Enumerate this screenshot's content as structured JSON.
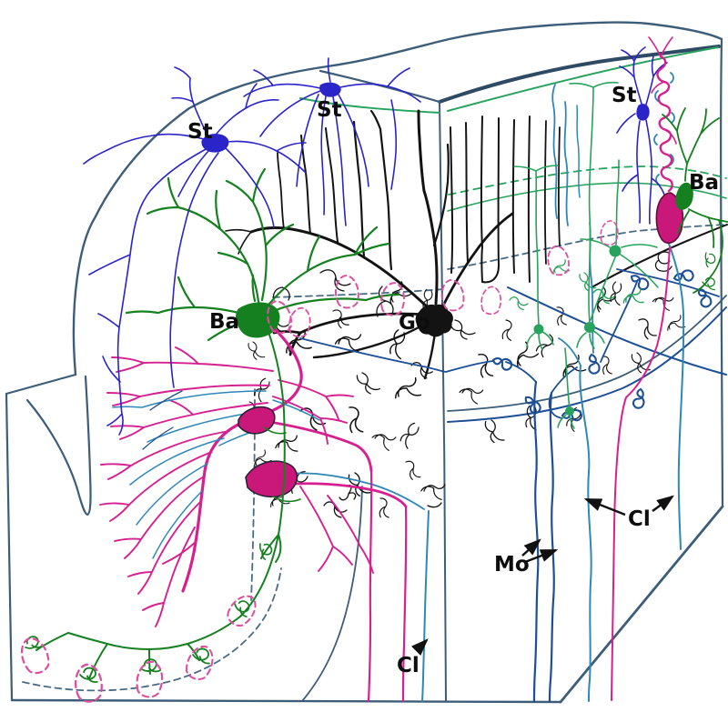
{
  "figure": {
    "kind": "cerebellar-cortex-neuron-block-diagram",
    "labels": {
      "st_left": "St",
      "st_top": "St",
      "st_right": "St",
      "ba_left": "Ba",
      "ba_right": "Ba",
      "go": "Go",
      "mo": "Mo",
      "cl_right": "Cl",
      "cl_bottom": "Cl"
    },
    "colors": {
      "stellate_blue": "#2b24c8",
      "basket_green": "#15801f",
      "granule_green": "#27a35d",
      "purkinje_magenta": "#d62090",
      "purkinje_soma": "#c9187a",
      "climbing_teal": "#2f87b8",
      "mossy_navy": "#1d4f96",
      "outline_slate": "#3d5d78",
      "golgi_black": "#131313",
      "background": "#ffffff"
    }
  }
}
